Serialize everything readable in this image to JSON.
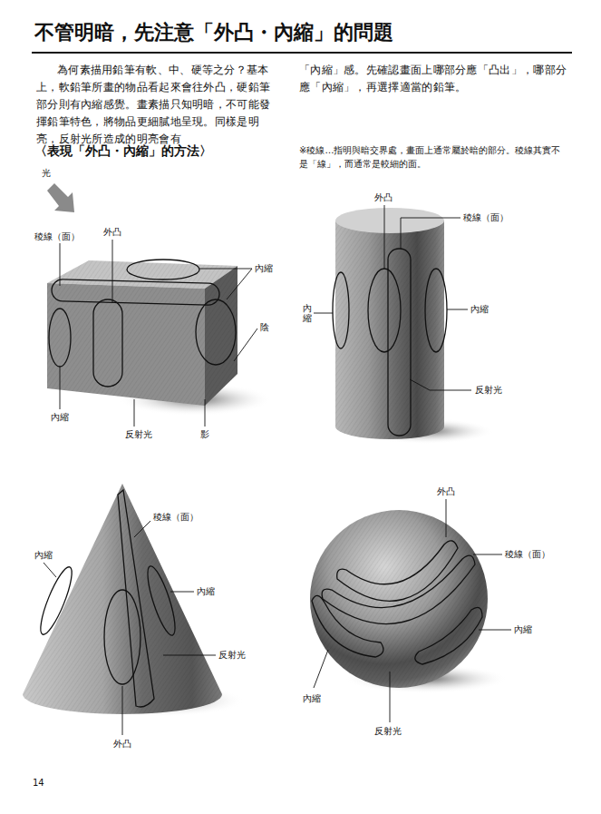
{
  "diagram": {
    "title": "不管明暗，先注意「外凸・內縮」的問題",
    "labels": [
      "為何素描用鉛筆有軟、中、硬等之分？基本上，軟鉛筆所畫的物品看起來會往外凸，硬鉛筆部分則有內縮感覺。畫素描只知明暗，不可能發揮鉛筆特色，將物品更細膩地呈現。同樣是明亮，反射光所造成的明亮會有",
      "「內縮」感。先確認畫面上哪部分應「凸出」，哪部分應「內縮」，再選擇適當的鉛筆。",
      "〈表現「外凸・內縮」的方法〉",
      "※稜線…指明與暗交界處，畫面上通常屬於暗的部分。稜線其實不是「線」，而通常是較細的面。",
      "光",
      "稜線（面）",
      "外凸",
      "內縮",
      "陰",
      "內縮",
      "反射光",
      "影",
      "外凸",
      "稜線（面）",
      "內縮",
      "內縮",
      "反射光",
      "稜線（面）",
      "內縮",
      "內縮",
      "反射光",
      "外凸",
      "外凸",
      "稜線（面）",
      "內縮",
      "內縮",
      "反射光",
      "14"
    ]
  }
}
